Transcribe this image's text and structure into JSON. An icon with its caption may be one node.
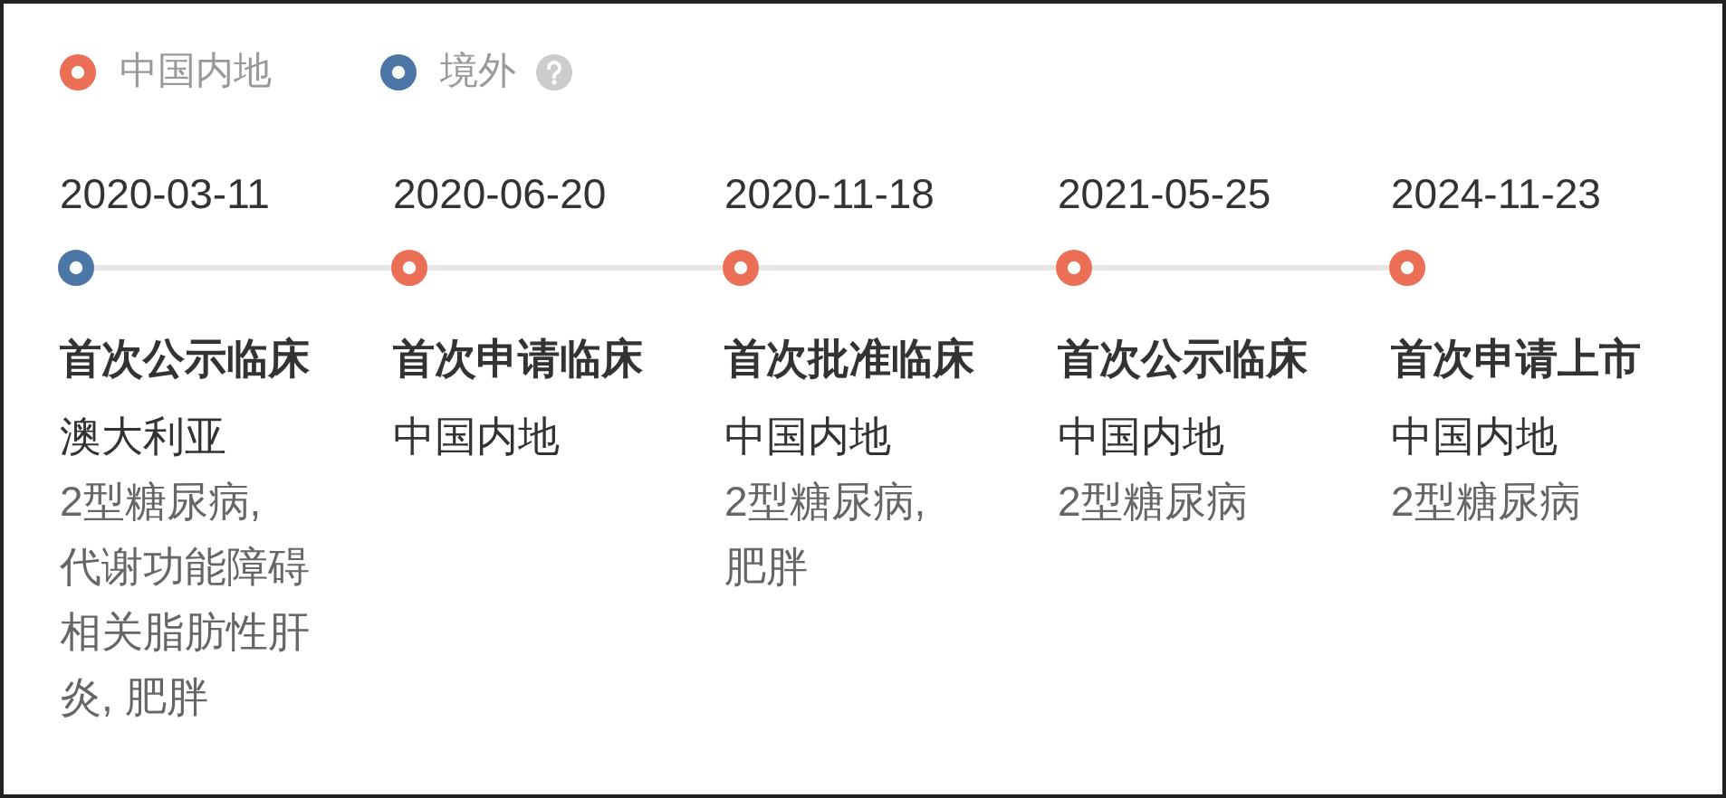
{
  "diagram": {
    "nodes": [
      {
        "text": [],
        "shape": "circle",
        "beside": [
          "2020-03-11",
          "首次公示临床",
          "澳大利亚",
          "2型糖尿病, 代谢功能障碍相关脂肪性肝炎, 肥胖"
        ]
      },
      {
        "text": [],
        "shape": "circle",
        "beside": [
          "2020-06-20",
          "首次申请临床",
          "中国内地"
        ]
      },
      {
        "text": [],
        "shape": "circle",
        "beside": [
          "2020-11-18",
          "首次批准临床",
          "中国内地",
          "2型糖尿病, 肥胖"
        ]
      },
      {
        "text": [],
        "shape": "circle",
        "beside": [
          "2021-05-25",
          "首次公示临床",
          "中国内地",
          "2型糖尿病"
        ]
      },
      {
        "text": [],
        "shape": "circle",
        "beside": [
          "2024-11-23",
          "首次申请上市",
          "中国内地",
          "2型糖尿病"
        ]
      }
    ],
    "edges": [
      {
        "from": 0,
        "to": 1,
        "arrow": "none"
      },
      {
        "from": 1,
        "to": 2,
        "arrow": "none"
      },
      {
        "from": 2,
        "to": 3,
        "arrow": "none"
      },
      {
        "from": 3,
        "to": 4,
        "arrow": "none"
      }
    ],
    "legend": [
      {
        "text": "中国内地",
        "color": "#eb6e55"
      },
      {
        "text": "境外",
        "color": "#4b76a6"
      }
    ]
  }
}
